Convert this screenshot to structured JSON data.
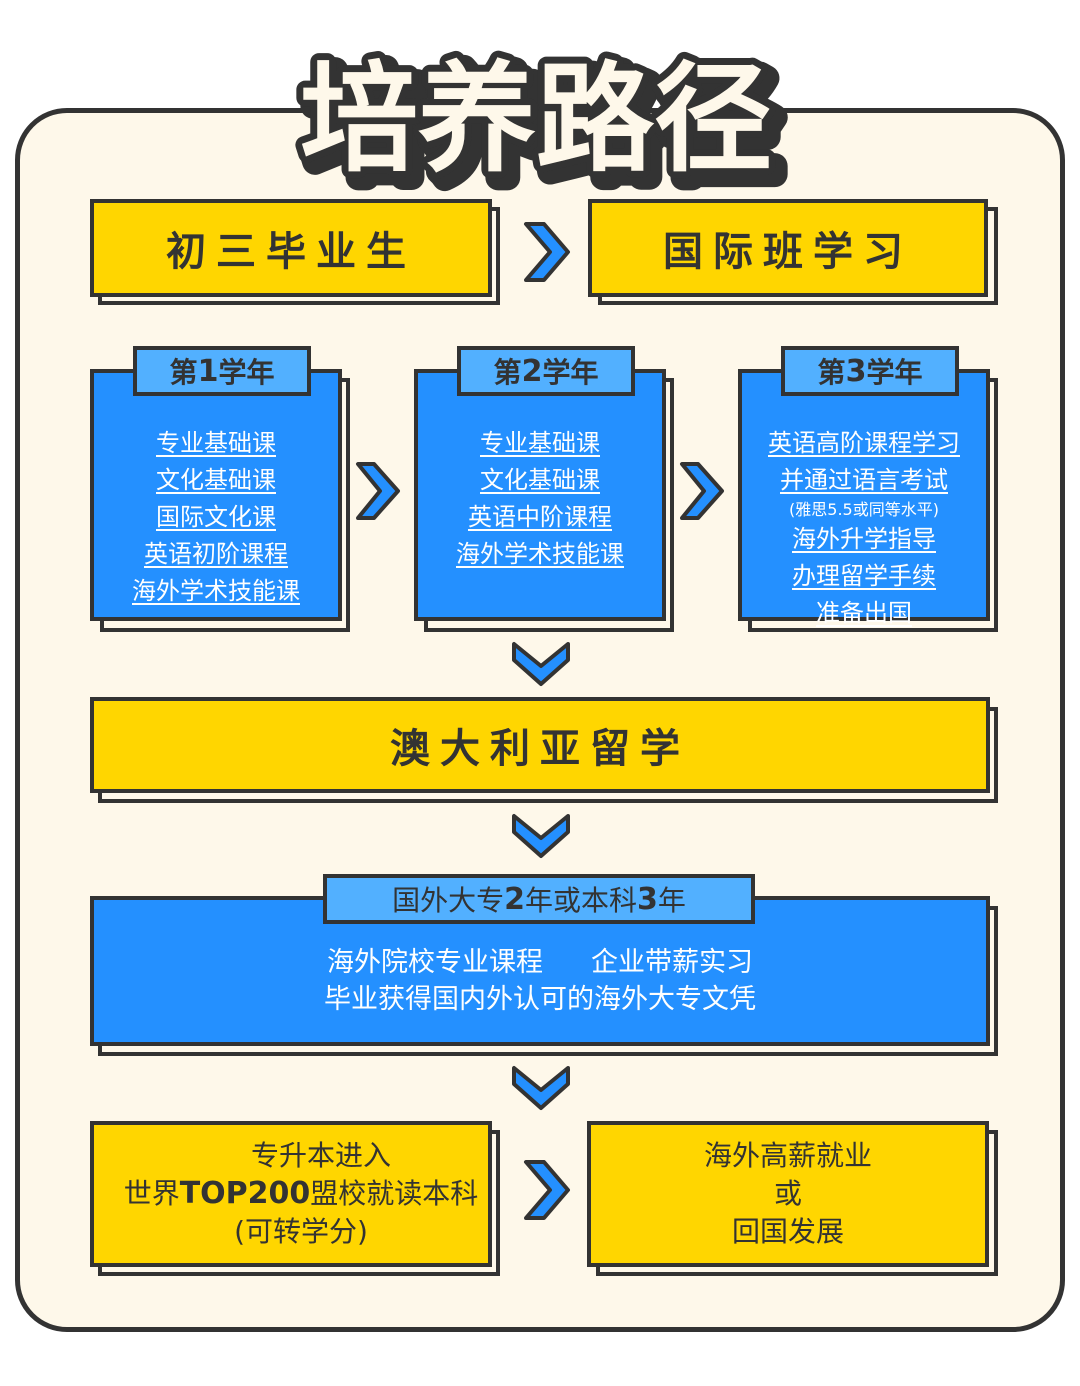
{
  "title": "培养路径",
  "colors": {
    "background": "#FEF8EA",
    "outline": "#333333",
    "yellow": "#FFD600",
    "blue": "#2490FF",
    "tab_blue": "#52B0FF",
    "arrow_blue": "#2490FF"
  },
  "row1": {
    "start": "初三毕业生",
    "next": "国际班学习"
  },
  "years": [
    {
      "tab_prefix": "第",
      "tab_num": "1",
      "tab_suffix": "学年",
      "courses": [
        "专业基础课",
        "文化基础课",
        "国际文化课",
        "英语初阶课程",
        "海外学术技能课"
      ]
    },
    {
      "tab_prefix": "第",
      "tab_num": "2",
      "tab_suffix": "学年",
      "courses": [
        "专业基础课",
        "文化基础课",
        "英语中阶课程",
        "海外学术技能课"
      ]
    },
    {
      "tab_prefix": "第",
      "tab_num": "3",
      "tab_suffix": "学年",
      "courses": [
        "英语高阶课程学习",
        "并通过语言考试"
      ],
      "note": "(雅思5.5或同等水平)",
      "courses_after": [
        "海外升学指导",
        "办理留学手续",
        "准备出国"
      ]
    }
  ],
  "study_abroad": "澳大利亚留学",
  "overseas": {
    "tab_a": "国外大专",
    "tab_num1": "2",
    "tab_b": "年或本科",
    "tab_num2": "3",
    "tab_c": "年",
    "line1_a": "海外院校专业课程",
    "line1_b": "企业带薪实习",
    "line2": "毕业获得国内外认可的海外大专文凭"
  },
  "final": {
    "left_line1": "专升本进入",
    "left_line2_a": "世界",
    "left_line2_b": "TOP200",
    "left_line2_c": "盟校就读本科",
    "left_line3": "(可转学分)",
    "right_line1": "海外高薪就业",
    "right_line2": "或",
    "right_line3": "回国发展"
  }
}
